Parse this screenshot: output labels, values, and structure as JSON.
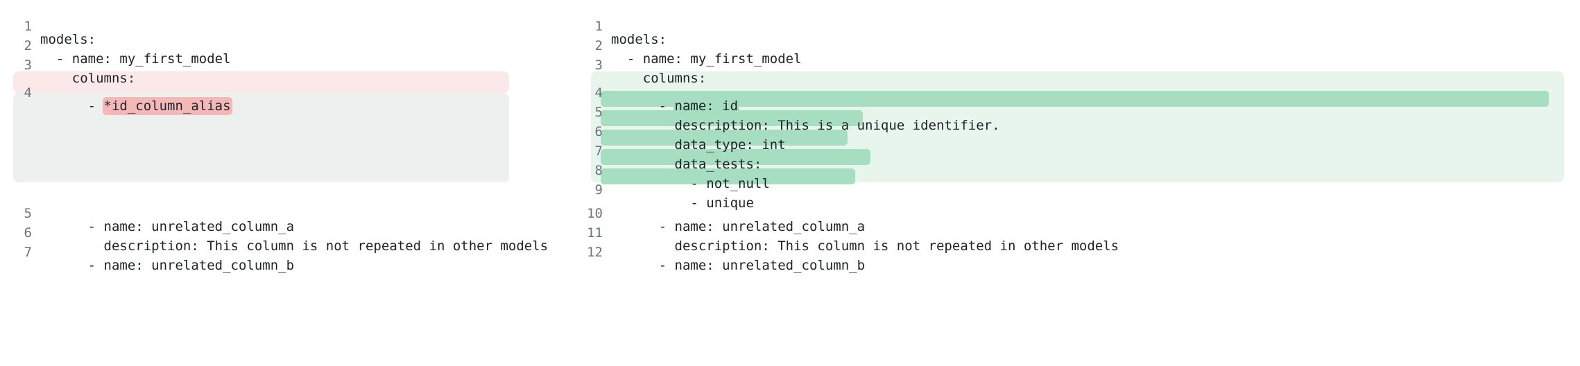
{
  "view": {
    "type": "side-by-side-code-diff",
    "language": "yaml",
    "colors": {
      "page_background": "#ffffff",
      "line_number": "#6a737d",
      "code_text": "#1f2328",
      "removed_row_background": "#fbe9e9",
      "removed_inline_highlight": "#f5b8b8",
      "placeholder_block_background": "#eeefef",
      "added_block_background": "#e8f5ed",
      "added_inline_highlight": "#a7ddc0"
    }
  },
  "left_panel": {
    "name": "before",
    "lines": [
      {
        "number": "1",
        "text": "models:",
        "state": "context"
      },
      {
        "number": "2",
        "text": "  - name: my_first_model",
        "state": "context"
      },
      {
        "number": "3",
        "text": "    columns:",
        "state": "context"
      },
      {
        "number": "4",
        "text": "      - *id_column_alias",
        "highlight": "*id_column_alias",
        "state": "removed"
      },
      {
        "number": "5",
        "text": "      - name: unrelated_column_a",
        "state": "context"
      },
      {
        "number": "6",
        "text": "        description: This column is not repeated in other models",
        "state": "context"
      },
      {
        "number": "7",
        "text": "      - name: unrelated_column_b",
        "state": "context"
      }
    ]
  },
  "right_panel": {
    "name": "after",
    "lines": [
      {
        "number": "1",
        "text": "models:",
        "state": "context"
      },
      {
        "number": "2",
        "text": "  - name: my_first_model",
        "state": "context"
      },
      {
        "number": "3",
        "text": "    columns:",
        "state": "context"
      },
      {
        "number": "4",
        "text": "      - name: id",
        "highlight": "name: id",
        "state": "added"
      },
      {
        "number": "5",
        "text": "        description: This is a unique identifier.",
        "highlight": "description: This is a unique identifier.",
        "state": "added"
      },
      {
        "number": "6",
        "text": "        data_type: int",
        "highlight": "data_type: int",
        "state": "added"
      },
      {
        "number": "7",
        "text": "        data_tests:",
        "highlight": "data_tests:",
        "state": "added"
      },
      {
        "number": "8",
        "text": "          - not_null",
        "highlight": "- not_null",
        "state": "added"
      },
      {
        "number": "9",
        "text": "          - unique",
        "highlight": "- unique",
        "state": "added"
      },
      {
        "number": "10",
        "text": "      - name: unrelated_column_a",
        "state": "context"
      },
      {
        "number": "11",
        "text": "        description: This column is not repeated in other models",
        "state": "context"
      },
      {
        "number": "12",
        "text": "      - name: unrelated_column_b",
        "state": "context"
      }
    ]
  }
}
